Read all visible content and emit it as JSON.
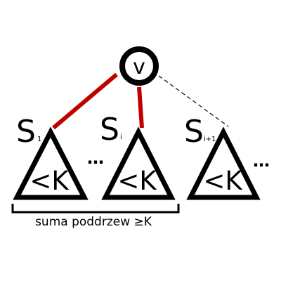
{
  "root": {
    "label": "v"
  },
  "subtrees": [
    {
      "name": "S",
      "subscript": "1",
      "value_label": "<K",
      "edge_style": "solid",
      "edge_color": "#c00000"
    },
    {
      "name": "S",
      "subscript": "i",
      "value_label": "<K",
      "edge_style": "solid",
      "edge_color": "#c00000"
    },
    {
      "name": "S",
      "subscript": "i+1",
      "value_label": "<K",
      "edge_style": "dashed",
      "edge_color": "#000000"
    }
  ],
  "ellipsis": [
    "…",
    "…"
  ],
  "brace_caption": "suma poddrzew ≥K",
  "colors": {
    "highlight_edge": "#c00000",
    "outline": "#000000",
    "background": "#ffffff"
  }
}
